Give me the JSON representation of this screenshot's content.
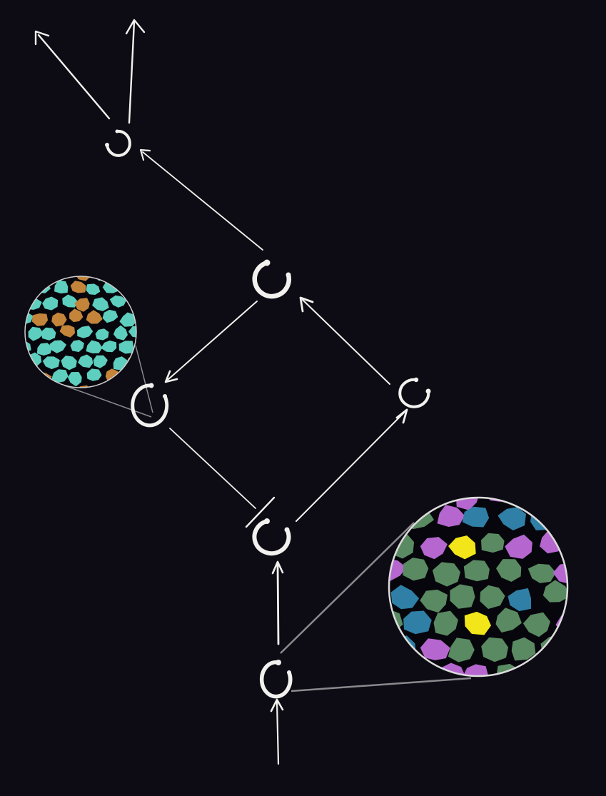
{
  "diagram": {
    "colors": {
      "background": "#0d0c14",
      "stroke": "#f2f1ee",
      "lens_line": "#8a8a8e",
      "cell_gap": "#07060c"
    },
    "nodes": [
      {
        "id": "source",
        "label": "",
        "icon": "open-circle-node-icon"
      },
      {
        "id": "stem",
        "label": "",
        "icon": "open-circle-node-icon"
      },
      {
        "id": "left",
        "label": "",
        "icon": "open-circle-node-icon"
      },
      {
        "id": "right",
        "label": "",
        "icon": "open-circle-node-icon"
      },
      {
        "id": "top",
        "label": "",
        "icon": "open-circle-node-icon"
      },
      {
        "id": "apex",
        "label": "",
        "icon": "open-circle-node-icon"
      }
    ],
    "edges": [
      {
        "from": "input",
        "to": "source",
        "kind": "activation"
      },
      {
        "from": "source",
        "to": "stem",
        "kind": "activation"
      },
      {
        "from": "stem",
        "to": "right",
        "kind": "activation"
      },
      {
        "from": "right",
        "to": "top",
        "kind": "activation"
      },
      {
        "from": "top",
        "to": "left",
        "kind": "activation"
      },
      {
        "from": "left",
        "to": "stem",
        "kind": "inhibition"
      },
      {
        "from": "top",
        "to": "apex",
        "kind": "activation"
      },
      {
        "from": "apex",
        "to": "output-1",
        "kind": "activation"
      },
      {
        "from": "apex",
        "to": "output-2",
        "kind": "activation"
      }
    ],
    "insets": [
      {
        "attached_to": "left",
        "cell_colors": [
          "#5ecfbf",
          "#c4843a"
        ]
      },
      {
        "attached_to": "source",
        "cell_colors": [
          "#5a8a62",
          "#b667cf",
          "#f2e61a",
          "#2f7fa6"
        ]
      }
    ]
  }
}
